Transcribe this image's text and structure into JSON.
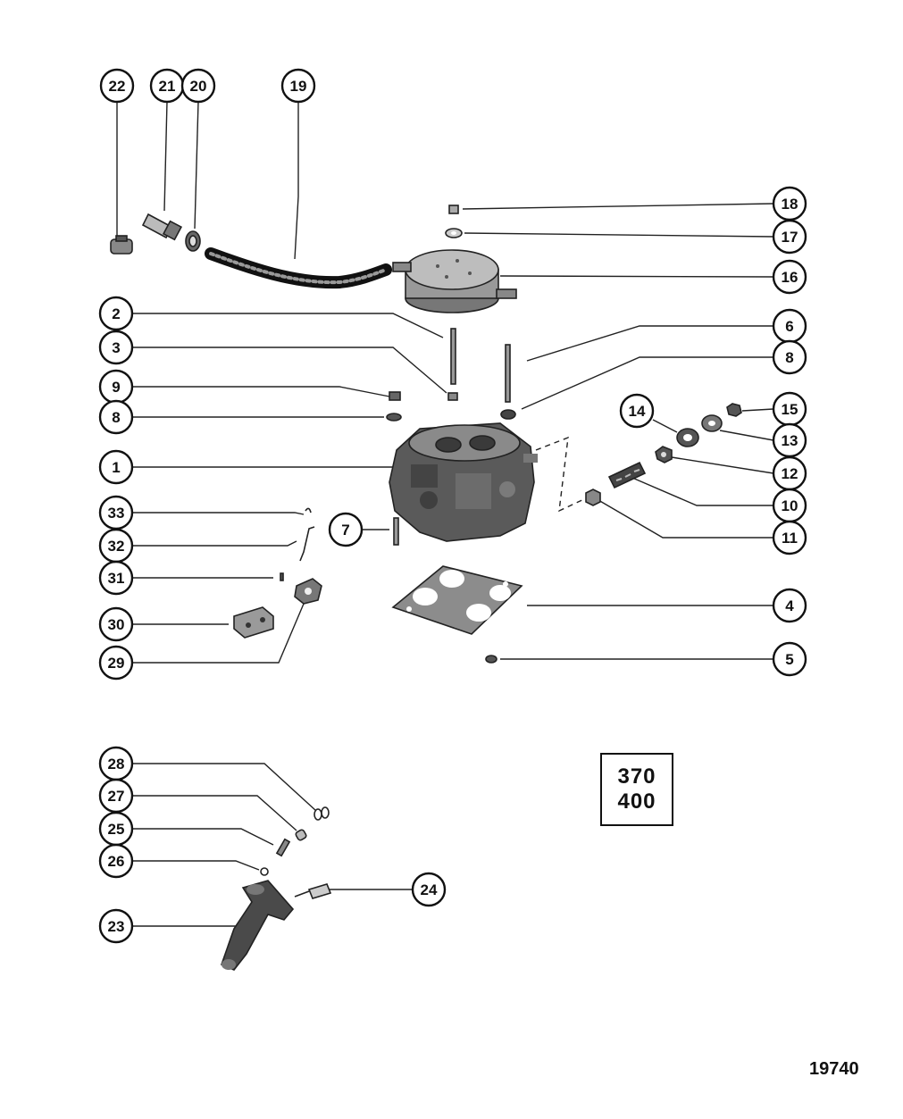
{
  "figure_number": "19740",
  "model_box": {
    "lines": [
      "370",
      "400"
    ]
  },
  "callouts": [
    {
      "id": "c22",
      "label": "22"
    },
    {
      "id": "c21",
      "label": "21"
    },
    {
      "id": "c20",
      "label": "20"
    },
    {
      "id": "c19",
      "label": "19"
    },
    {
      "id": "c18",
      "label": "18"
    },
    {
      "id": "c17",
      "label": "17"
    },
    {
      "id": "c16",
      "label": "16"
    },
    {
      "id": "c2",
      "label": "2"
    },
    {
      "id": "c6",
      "label": "6"
    },
    {
      "id": "c3",
      "label": "3"
    },
    {
      "id": "c8r",
      "label": "8"
    },
    {
      "id": "c9",
      "label": "9"
    },
    {
      "id": "c8l",
      "label": "8"
    },
    {
      "id": "c14",
      "label": "14"
    },
    {
      "id": "c15",
      "label": "15"
    },
    {
      "id": "c13",
      "label": "13"
    },
    {
      "id": "c1",
      "label": "1"
    },
    {
      "id": "c12",
      "label": "12"
    },
    {
      "id": "c10",
      "label": "10"
    },
    {
      "id": "c33",
      "label": "33"
    },
    {
      "id": "c7",
      "label": "7"
    },
    {
      "id": "c11",
      "label": "11"
    },
    {
      "id": "c32",
      "label": "32"
    },
    {
      "id": "c31",
      "label": "31"
    },
    {
      "id": "c4",
      "label": "4"
    },
    {
      "id": "c30",
      "label": "30"
    },
    {
      "id": "c29",
      "label": "29"
    },
    {
      "id": "c5",
      "label": "5"
    },
    {
      "id": "c28",
      "label": "28"
    },
    {
      "id": "c27",
      "label": "27"
    },
    {
      "id": "c25",
      "label": "25"
    },
    {
      "id": "c26",
      "label": "26"
    },
    {
      "id": "c24",
      "label": "24"
    },
    {
      "id": "c23",
      "label": "23"
    }
  ]
}
